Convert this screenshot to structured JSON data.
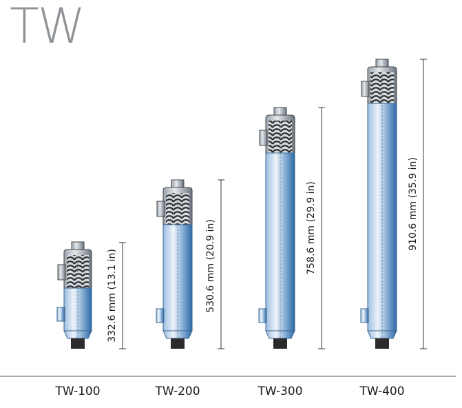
{
  "title": "TW",
  "colors": {
    "body_light": "#e6eef6",
    "body_dark": "#3d7bb5",
    "coil": "#3a3a3a",
    "cap": "#2b2b2b",
    "dim_line": "#333333",
    "divider": "#555555"
  },
  "models": [
    {
      "name": "TW-100",
      "dimension": "332.6 mm (13.1 in)"
    },
    {
      "name": "TW-200",
      "dimension": "530.6 mm (20.9 in)"
    },
    {
      "name": "TW-300",
      "dimension": "758.6 mm (29.9 in)"
    },
    {
      "name": "TW-400",
      "dimension": "910.6 mm (35.9 in)"
    }
  ]
}
